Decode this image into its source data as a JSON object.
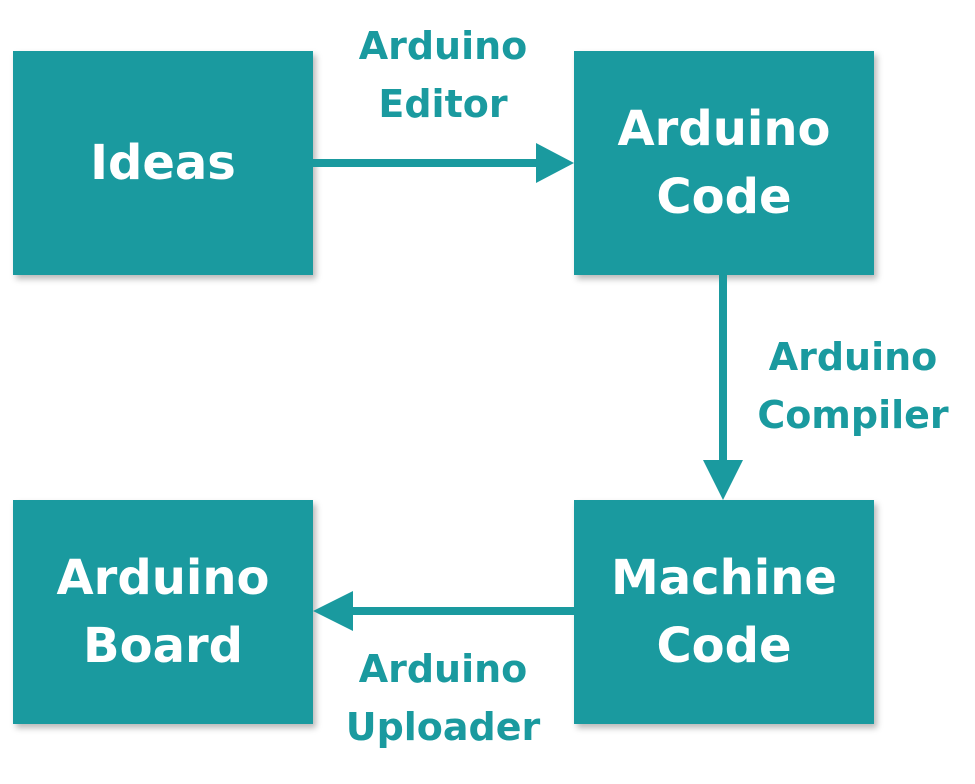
{
  "colors": {
    "box_fill": "#1a9a9f",
    "box_text": "#ffffff",
    "arrow": "#1a9a9f",
    "label_text": "#1a9a9f",
    "background": "#ffffff"
  },
  "nodes": {
    "ideas": "Ideas",
    "arduino_code": "Arduino\nCode",
    "machine_code": "Machine\nCode",
    "arduino_board": "Arduino\nBoard"
  },
  "edges": {
    "editor": "Arduino\nEditor",
    "compiler": "Arduino\nCompiler",
    "uploader": "Arduino\nUploader"
  }
}
